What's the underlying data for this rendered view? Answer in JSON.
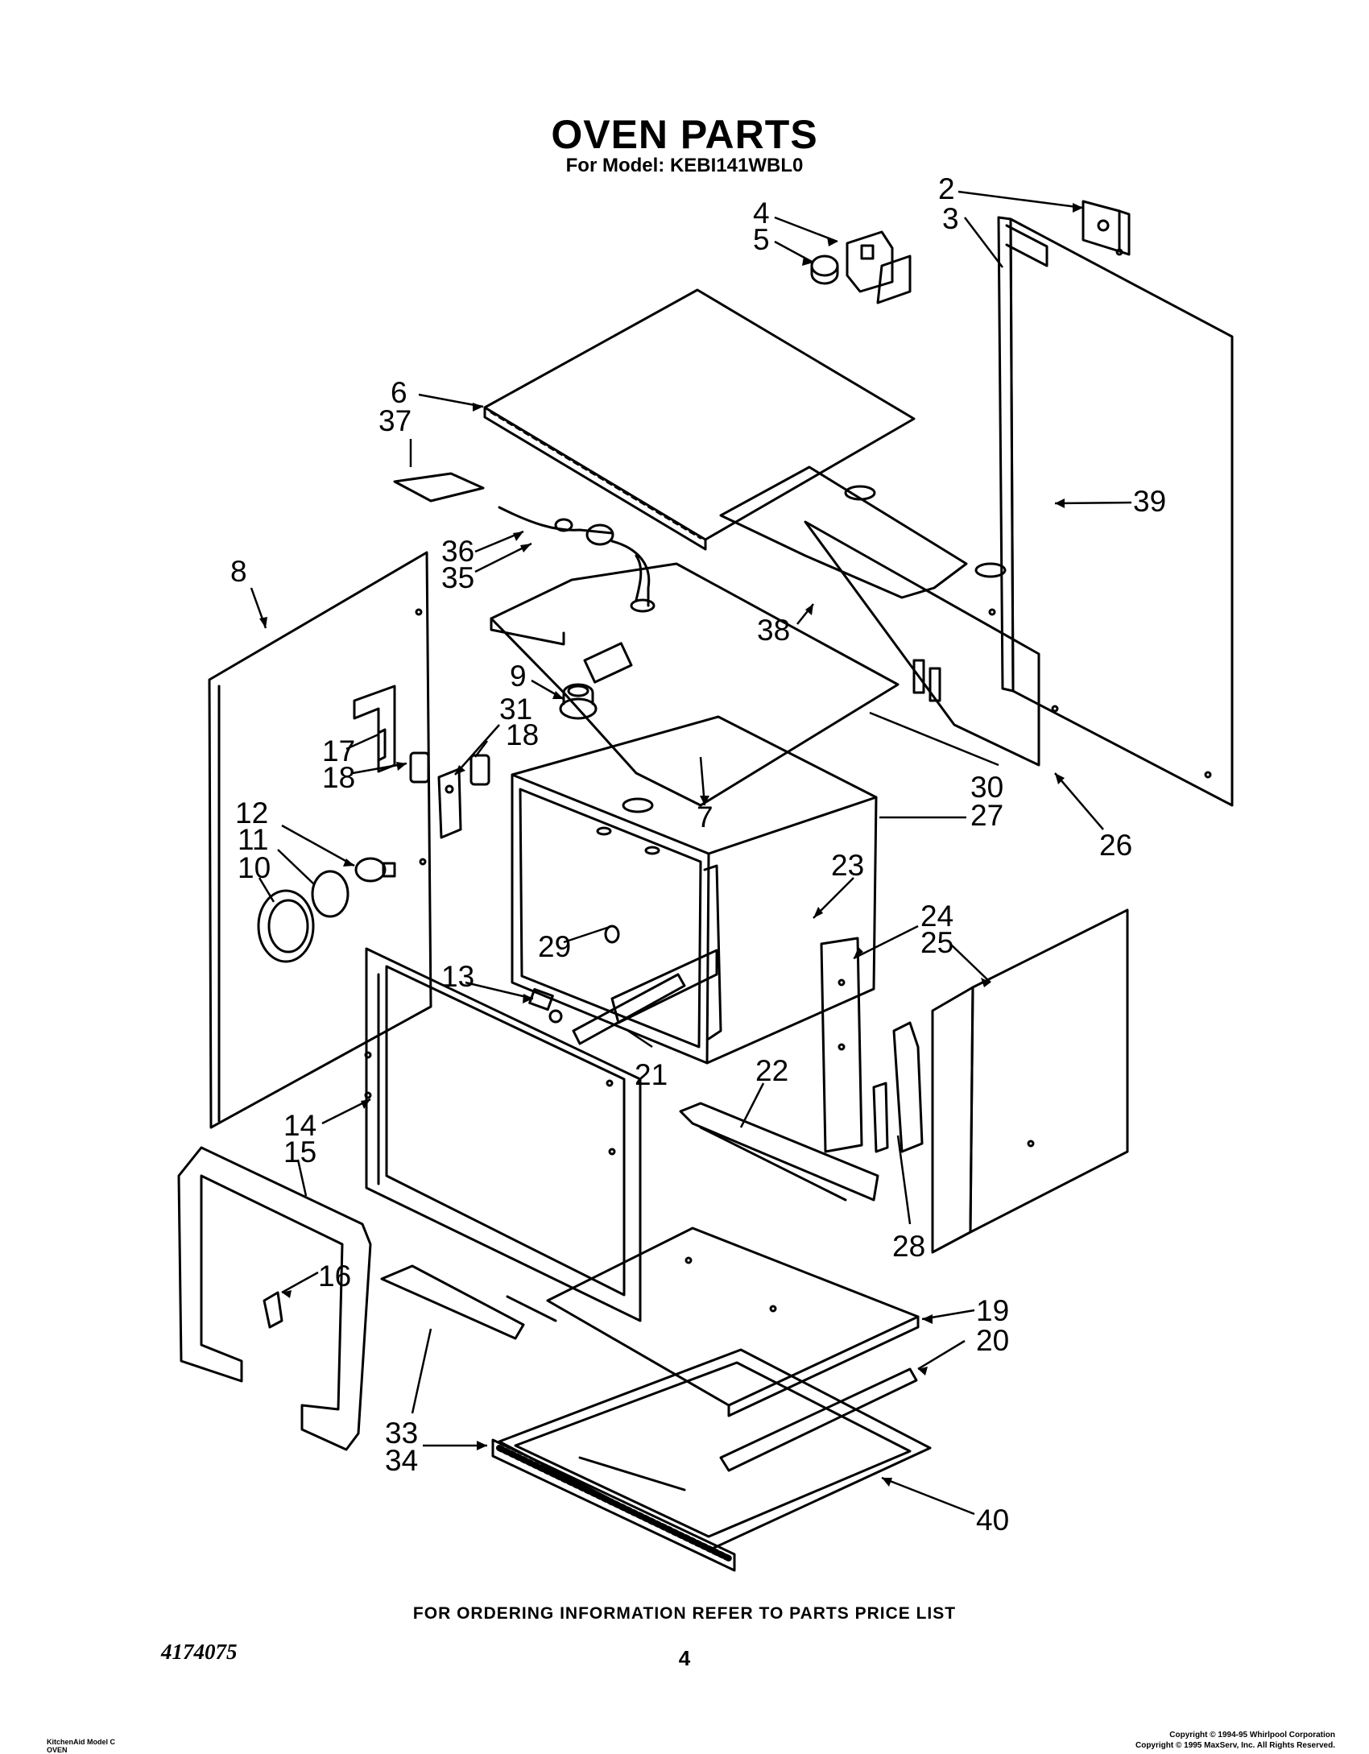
{
  "header": {
    "title": "OVEN PARTS",
    "subtitle": "For Model: KEBI141WBL0"
  },
  "callouts": [
    {
      "id": "c2",
      "text": "2"
    },
    {
      "id": "c3",
      "text": "3"
    },
    {
      "id": "c4",
      "text": "4"
    },
    {
      "id": "c5",
      "text": "5"
    },
    {
      "id": "c6",
      "text": "6"
    },
    {
      "id": "c37",
      "text": "37"
    },
    {
      "id": "c39",
      "text": "39"
    },
    {
      "id": "c36",
      "text": "36"
    },
    {
      "id": "c35",
      "text": "35"
    },
    {
      "id": "c8",
      "text": "8"
    },
    {
      "id": "c38",
      "text": "38"
    },
    {
      "id": "c9",
      "text": "9"
    },
    {
      "id": "c31",
      "text": "31"
    },
    {
      "id": "c18a",
      "text": "18"
    },
    {
      "id": "c17",
      "text": "17"
    },
    {
      "id": "c18b",
      "text": "18"
    },
    {
      "id": "c30",
      "text": "30"
    },
    {
      "id": "c27",
      "text": "27"
    },
    {
      "id": "c7",
      "text": "7"
    },
    {
      "id": "c26",
      "text": "26"
    },
    {
      "id": "c12",
      "text": "12"
    },
    {
      "id": "c11",
      "text": "11"
    },
    {
      "id": "c10",
      "text": "10"
    },
    {
      "id": "c23",
      "text": "23"
    },
    {
      "id": "c24",
      "text": "24"
    },
    {
      "id": "c25",
      "text": "25"
    },
    {
      "id": "c29",
      "text": "29"
    },
    {
      "id": "c13",
      "text": "13"
    },
    {
      "id": "c21",
      "text": "21"
    },
    {
      "id": "c22",
      "text": "22"
    },
    {
      "id": "c14",
      "text": "14"
    },
    {
      "id": "c15",
      "text": "15"
    },
    {
      "id": "c28",
      "text": "28"
    },
    {
      "id": "c16",
      "text": "16"
    },
    {
      "id": "c19",
      "text": "19"
    },
    {
      "id": "c20",
      "text": "20"
    },
    {
      "id": "c33",
      "text": "33"
    },
    {
      "id": "c34",
      "text": "34"
    },
    {
      "id": "c40",
      "text": "40"
    }
  ],
  "footer": {
    "ordering_note": "FOR ORDERING INFORMATION REFER TO PARTS PRICE LIST",
    "doc_number": "4174075",
    "page_number": "4",
    "model_line1": "KitchenAid Model C",
    "model_line2": "OVEN",
    "copyright_line1": "Copyright © 1994-95 Whirlpool Corporation",
    "copyright_line2": "Copyright © 1995 MaxServ, Inc.  All Rights Reserved."
  }
}
